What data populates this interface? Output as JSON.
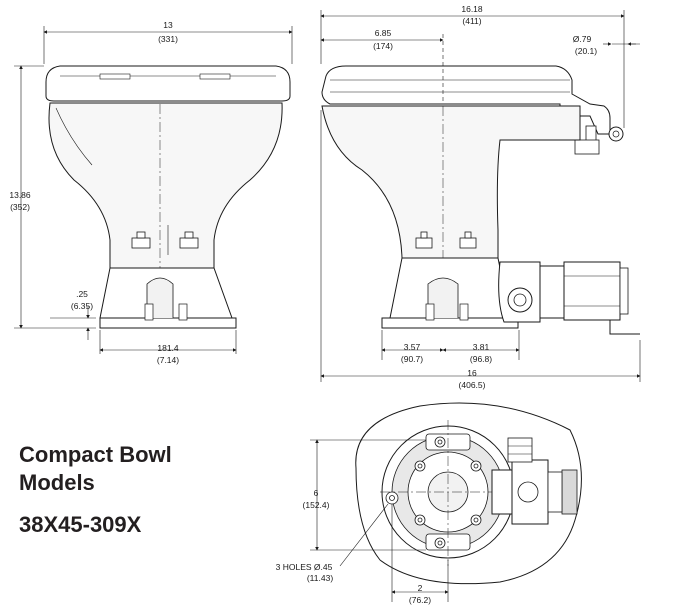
{
  "title": {
    "line1": "Compact Bowl",
    "line2": "Models",
    "model": "38X45-309X"
  },
  "dimensions": {
    "front_width": "13",
    "front_width_mm": "(331)",
    "height": "13.86",
    "height_mm": "(352)",
    "flange": ".25",
    "flange_mm": "(6.35)",
    "base_width": "181.4",
    "base_width_mm": "(7.14)",
    "overall_top": "16.18",
    "overall_top_mm": "(411)",
    "seat_depth": "6.85",
    "seat_depth_mm": "(174)",
    "outlet_dia": "Ø.79",
    "outlet_dia_mm": "(20.1)",
    "bolt_left": "3.57",
    "bolt_left_mm": "(90.7)",
    "bolt_right": "3.81",
    "bolt_right_mm": "(96.8)",
    "overall_bottom": "16",
    "overall_bottom_mm": "(406.5)",
    "base_height": "6",
    "base_height_mm": "(152.4)",
    "holes": "3 HOLES Ø.45",
    "holes_mm": "(11.43)",
    "hole_spacing": "2",
    "hole_spacing_mm": "(76.2)"
  },
  "colors": {
    "line": "#1a1a1a",
    "part_fill": "#ffffff",
    "shadow": "#d9d9d9"
  }
}
